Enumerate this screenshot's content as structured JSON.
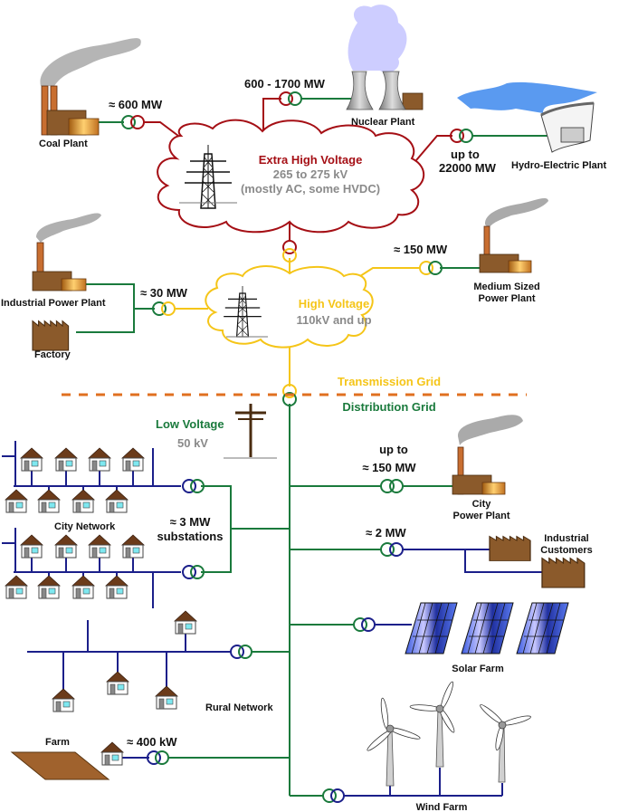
{
  "title": "Electricity Grid Schematic",
  "colors": {
    "extra_high_voltage": "#a50f15",
    "high_voltage": "#f5c518",
    "distribution": "#1a7a3c",
    "low_voltage_lines": "#1b1f8a",
    "grid_divider": "#e07020",
    "building_brown": "#8b5a2b",
    "subtext_gray": "#8a8a8a"
  },
  "levels": {
    "extra_high": {
      "title": "Extra High Voltage",
      "line1": "265 to 275 kV",
      "line2": "(mostly AC, some HVDC)"
    },
    "high": {
      "title": "High Voltage",
      "line1": "110kV and up"
    },
    "low": {
      "title": "Low Voltage",
      "line1": "50 kV"
    }
  },
  "divider": {
    "upper": "Transmission Grid",
    "lower": "Distribution Grid"
  },
  "generators": {
    "coal": {
      "name": "Coal Plant",
      "power": "≈ 600  MW"
    },
    "nuclear": {
      "name": "Nuclear Plant",
      "power": "600 - 1700  MW"
    },
    "hydro": {
      "name": "Hydro-Electric Plant",
      "power_line1": "up to",
      "power_line2": "22000 MW"
    },
    "industrial_plant": {
      "name": "Industrial Power Plant",
      "power": "≈ 30 MW"
    },
    "factory": {
      "name": "Factory"
    },
    "medium_plant": {
      "name_line1": "Medium Sized",
      "name_line2": "Power Plant",
      "power": "≈ 150  MW"
    },
    "city_plant": {
      "name_line1": "City",
      "name_line2": "Power Plant",
      "power_line1": "up to",
      "power_line2": "≈ 150  MW"
    },
    "industrial_customers": {
      "name_line1": "Industrial",
      "name_line2": "Customers",
      "power": "≈ 2  MW"
    },
    "solar": {
      "name": "Solar Farm"
    },
    "wind": {
      "name": "Wind Farm"
    }
  },
  "networks": {
    "city": {
      "name": "City Network",
      "power_line1": "≈ 3  MW",
      "power_line2": "substations"
    },
    "rural": {
      "name": "Rural Network"
    },
    "farm": {
      "name": "Farm",
      "power": "≈ 400 kW"
    }
  }
}
